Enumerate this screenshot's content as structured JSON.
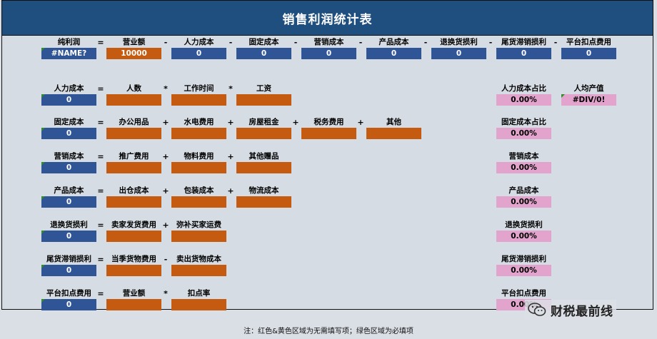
{
  "title": "销售利润统计表",
  "rows": [
    {
      "label": "纯利润",
      "value": "#NAME?",
      "eq": "=",
      "terms": [
        {
          "label": "营业额",
          "value": "10000",
          "color": "orange"
        },
        {
          "op": "-",
          "label": "人力成本",
          "value": "0",
          "color": "blue"
        },
        {
          "op": "-",
          "label": "固定成本",
          "value": "0",
          "color": "blue"
        },
        {
          "op": "-",
          "label": "营销成本",
          "value": "0",
          "color": "blue"
        },
        {
          "op": "-",
          "label": "产品成本",
          "value": "0",
          "color": "blue"
        },
        {
          "op": "-",
          "label": "退换货损利",
          "value": "0",
          "color": "blue"
        },
        {
          "op": "-",
          "label": "尾货滞销损利",
          "value": "0",
          "color": "blue"
        },
        {
          "op": "-",
          "label": "平台扣点费用",
          "value": "0",
          "color": "blue"
        }
      ]
    },
    {
      "label": "人力成本",
      "value": "0",
      "eq": "=",
      "terms": [
        {
          "label": "人数",
          "value": "",
          "color": "orange"
        },
        {
          "op": "*",
          "label": "工作时间",
          "value": "",
          "color": "orange"
        },
        {
          "op": "*",
          "label": "工资",
          "value": "",
          "color": "orange"
        }
      ]
    },
    {
      "label": "固定成本",
      "value": "0",
      "eq": "=",
      "terms": [
        {
          "label": "办公用品",
          "value": "",
          "color": "orange"
        },
        {
          "op": "+",
          "label": "水电费用",
          "value": "",
          "color": "orange"
        },
        {
          "op": "+",
          "label": "房屋租金",
          "value": "",
          "color": "orange"
        },
        {
          "op": "+",
          "label": "税务费用",
          "value": "",
          "color": "orange"
        },
        {
          "op": "+",
          "label": "其他",
          "value": "",
          "color": "orange"
        }
      ]
    },
    {
      "label": "营销成本",
      "value": "0",
      "eq": "=",
      "terms": [
        {
          "label": "推广费用",
          "value": "",
          "color": "orange"
        },
        {
          "op": "+",
          "label": "物料费用",
          "value": "",
          "color": "orange"
        },
        {
          "op": "+",
          "label": "其他赠品",
          "value": "",
          "color": "orange"
        }
      ]
    },
    {
      "label": "产品成本",
      "value": "0",
      "eq": "=",
      "terms": [
        {
          "label": "出仓成本",
          "value": "",
          "color": "orange"
        },
        {
          "op": "+",
          "label": "包装成本",
          "value": "",
          "color": "orange"
        },
        {
          "op": "+",
          "label": "物流成本",
          "value": "",
          "color": "orange"
        }
      ]
    },
    {
      "label": "退换货损利",
      "value": "0",
      "eq": "=",
      "terms": [
        {
          "label": "卖家发货费用",
          "value": "",
          "color": "orange"
        },
        {
          "op": "+",
          "label": "弥补买家运费",
          "value": "",
          "color": "orange"
        }
      ]
    },
    {
      "label": "尾货滞销损利",
      "value": "0",
      "eq": "=",
      "terms": [
        {
          "label": "当季货物费用",
          "value": "",
          "color": "orange"
        },
        {
          "op": "-",
          "label": "卖出货物成本",
          "value": "",
          "color": "orange"
        }
      ]
    },
    {
      "label": "平台扣点费用",
      "value": "0",
      "eq": "=",
      "terms": [
        {
          "label": "营业额",
          "value": "",
          "color": "orange"
        },
        {
          "op": "*",
          "label": "扣点率",
          "value": "",
          "color": "orange"
        }
      ]
    }
  ],
  "ratios": [
    {
      "label": "人力成本占比",
      "value": "0.00%"
    },
    {
      "label": "固定成本占比",
      "value": "0.00%"
    },
    {
      "label": "营销成本",
      "value": "0.00%"
    },
    {
      "label": "产品成本",
      "value": "0.00%"
    },
    {
      "label": "退换货损利",
      "value": "0.00%"
    },
    {
      "label": "尾货滞销损利",
      "value": "0.00%"
    },
    {
      "label": "平台扣点费用",
      "value": "0.00%"
    }
  ],
  "per_capita": {
    "label": "人均产值",
    "value": "#DIV/0!"
  },
  "note": "注：红色&黄色区域为无需填写项；绿色区域为必填项",
  "watermark": {
    "text": "财税最前线",
    "icon": "wechat-icon"
  },
  "colors": {
    "title_bg": "#1e4f7e",
    "blue": "#2f5597",
    "orange": "#c55a11",
    "pink": "#e2a4cc"
  }
}
